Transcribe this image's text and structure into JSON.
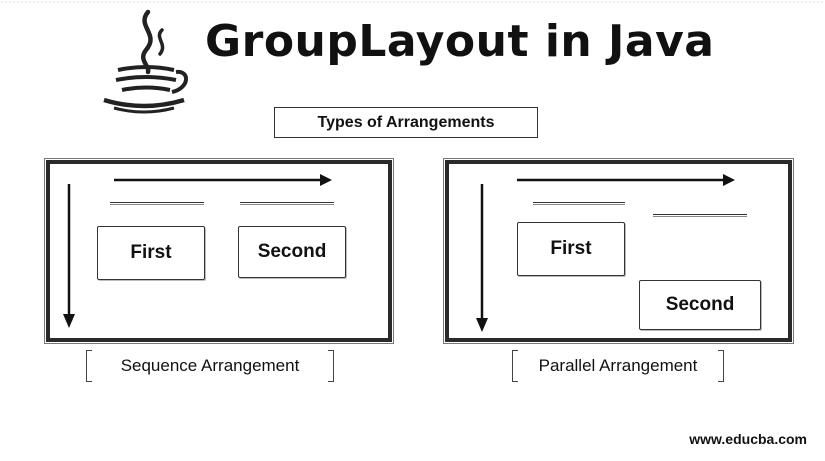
{
  "title": "GroupLayout in Java",
  "subtitle": "Types of Arrangements",
  "logo_icon": "java-coffee-cup-icon",
  "left_panel": {
    "first_label": "First",
    "second_label": "Second",
    "caption": "Sequence Arrangement"
  },
  "right_panel": {
    "first_label": "First",
    "second_label": "Second",
    "caption": "Parallel Arrangement"
  },
  "footer": "www.educba.com",
  "colors": {
    "ink": "#111111",
    "border": "#2a2a2a",
    "background": "#ffffff"
  }
}
